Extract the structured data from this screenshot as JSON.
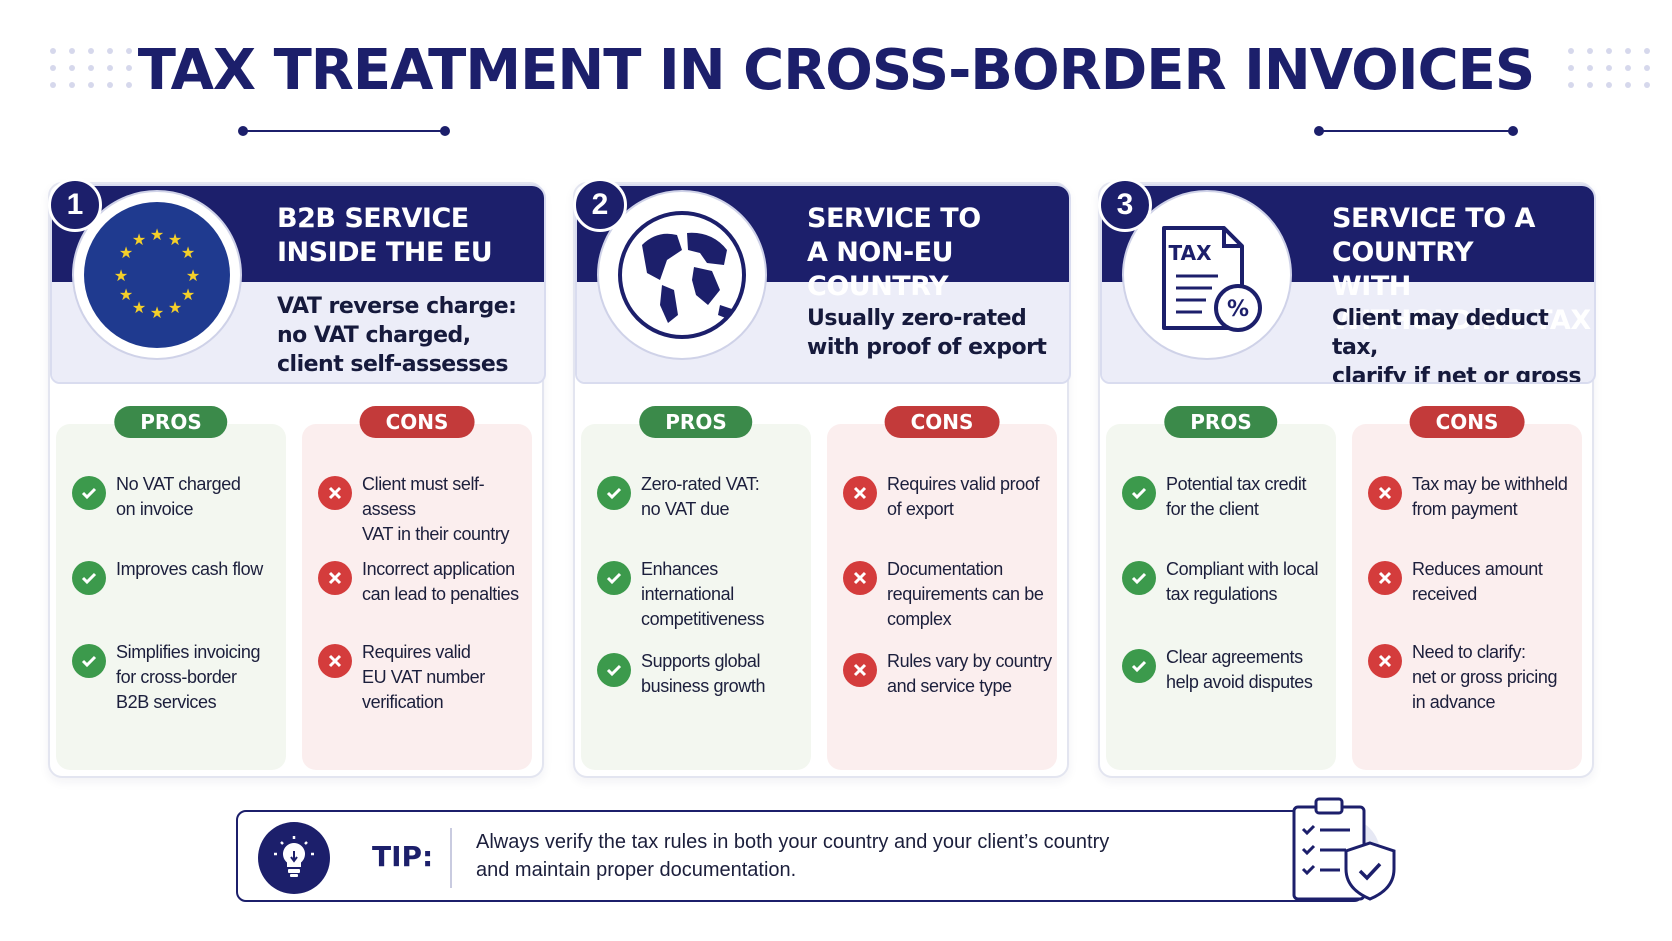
{
  "title": "TAX TREATMENT IN CROSS-BORDER INVOICES",
  "colors": {
    "navy": "#1c1f6b",
    "pros": "#3b8a4a",
    "cons": "#c33a3a"
  },
  "cards": [
    {
      "number": "1",
      "icon": "eu-flag-icon",
      "title_line1": "B2B SERVICE",
      "title_line2": "INSIDE THE EU",
      "desc_line1": "VAT reverse charge:",
      "desc_line2": "no VAT charged,",
      "desc_line3": "client self-assesses",
      "pros_label": "PROS",
      "cons_label": "CONS",
      "pros": [
        {
          "l1": "No VAT charged",
          "l2": "on invoice",
          "l3": ""
        },
        {
          "l1": "Improves cash flow",
          "l2": "",
          "l3": ""
        },
        {
          "l1": "Simplifies invoicing",
          "l2": "for cross-border",
          "l3": "B2B services"
        }
      ],
      "cons": [
        {
          "l1": "Client must self-assess",
          "l2": "VAT in their country",
          "l3": ""
        },
        {
          "l1": "Incorrect application",
          "l2": "can lead to penalties",
          "l3": ""
        },
        {
          "l1": "Requires valid",
          "l2": "EU VAT number",
          "l3": "verification"
        }
      ]
    },
    {
      "number": "2",
      "icon": "globe-icon",
      "title_line1": "SERVICE TO",
      "title_line2": "A NON-EU COUNTRY",
      "desc_line1": "Usually zero-rated",
      "desc_line2": "with proof of export",
      "desc_line3": "",
      "pros_label": "PROS",
      "cons_label": "CONS",
      "pros": [
        {
          "l1": "Zero-rated VAT:",
          "l2": "no VAT due",
          "l3": ""
        },
        {
          "l1": "Enhances international",
          "l2": "competitiveness",
          "l3": ""
        },
        {
          "l1": "Supports global",
          "l2": "business growth",
          "l3": ""
        }
      ],
      "cons": [
        {
          "l1": "Requires valid proof",
          "l2": "of export",
          "l3": ""
        },
        {
          "l1": "Documentation",
          "l2": "requirements can be",
          "l3": "complex"
        },
        {
          "l1": "Rules vary by country",
          "l2": "and service type",
          "l3": ""
        }
      ]
    },
    {
      "number": "3",
      "icon": "tax-document-icon",
      "icon_label": "TAX",
      "title_line1": "SERVICE TO A COUNTRY",
      "title_line2": "WITH WITHOLDING TAX",
      "desc_line1": "Client may deduct tax,",
      "desc_line2": "clarify if net or gross",
      "desc_line3": "",
      "pros_label": "PROS",
      "cons_label": "CONS",
      "pros": [
        {
          "l1": "Potential tax credit",
          "l2": "for the client",
          "l3": ""
        },
        {
          "l1": "Compliant with local",
          "l2": "tax regulations",
          "l3": ""
        },
        {
          "l1": "Clear agreements",
          "l2": "help avoid disputes",
          "l3": ""
        }
      ],
      "cons": [
        {
          "l1": "Tax may be withheld",
          "l2": "from payment",
          "l3": ""
        },
        {
          "l1": "Reduces amount",
          "l2": "received",
          "l3": ""
        },
        {
          "l1": "Need to clarify:",
          "l2": "net or gross pricing",
          "l3": "in advance"
        }
      ]
    }
  ],
  "tip": {
    "icon": "lightbulb-icon",
    "label": "TIP:",
    "line1": "Always verify the tax rules in both your country and your client’s country",
    "line2": "and maintain proper documentation.",
    "deco_icon": "checklist-shield-icon"
  }
}
